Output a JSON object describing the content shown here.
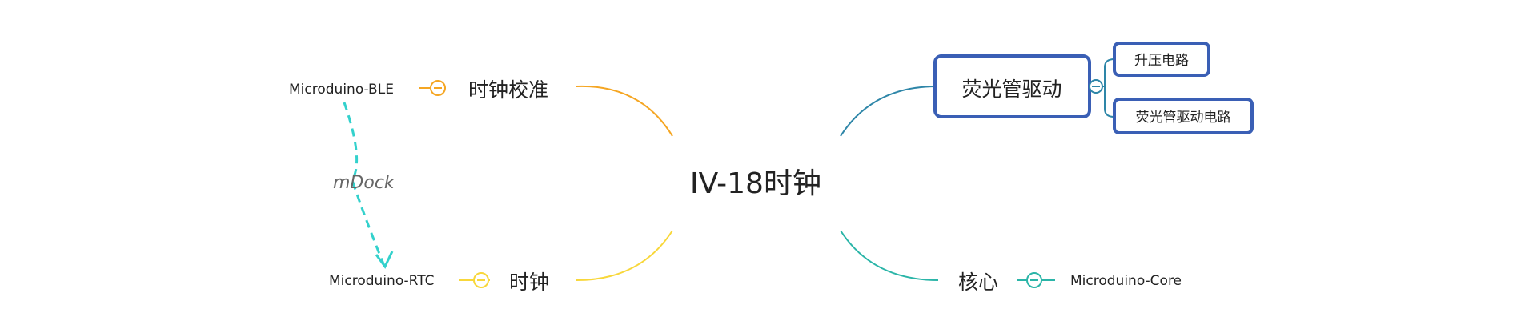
{
  "central": {
    "label": "IV-18时钟"
  },
  "branches": {
    "calibration": {
      "label": "时钟校准",
      "child": "Microduino-BLE",
      "color": "#f5a623"
    },
    "clock": {
      "label": "时钟",
      "child": "Microduino-RTC",
      "color": "#f8d73a"
    },
    "vfd_driver": {
      "label": "荧光管驱动",
      "color": "#2e86a8",
      "border_color": "#3a5fb5",
      "children": [
        "升压电路",
        "荧光管驱动电路"
      ]
    },
    "core": {
      "label": "核心",
      "child": "Microduino-Core",
      "color": "#2bb5a8"
    }
  },
  "relation": {
    "label": "mDock",
    "color": "#33d1cc"
  },
  "icons": {
    "collapse": "minus-circle-icon"
  }
}
